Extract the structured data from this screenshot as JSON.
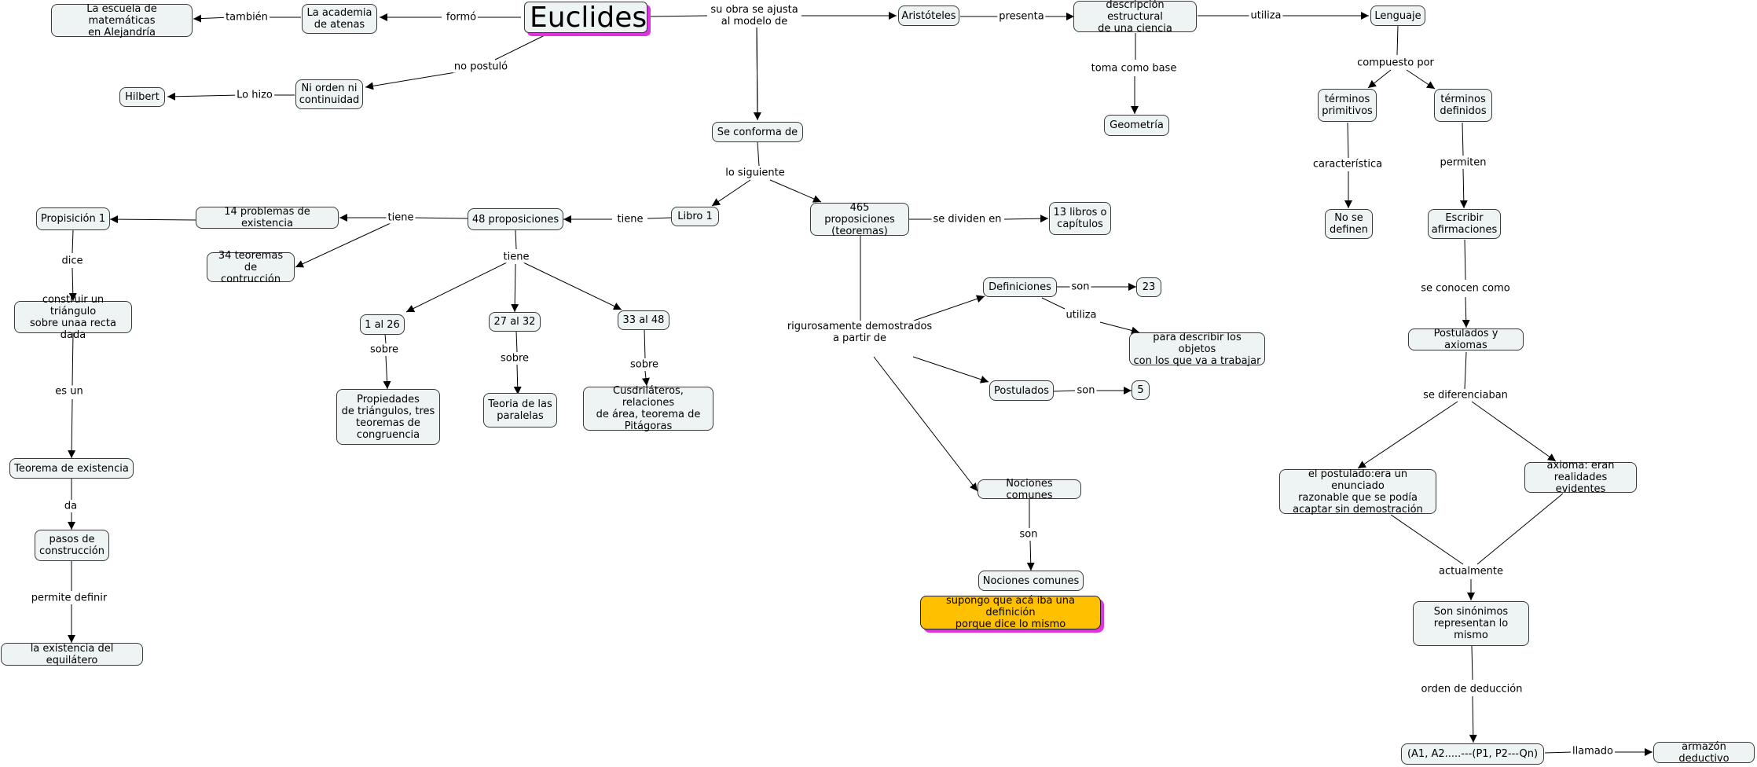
{
  "nodes": {
    "euclides": "Euclides",
    "academia": "La academia\nde atenas",
    "escuela": "La escuela de matemáticas\nen Alejandría",
    "ni_orden": "Ni orden ni\ncontinuidad",
    "hilbert": "Hilbert",
    "aristoteles": "Aristóteles",
    "descripcion": "descripción estructural\nde una ciencia",
    "lenguaje": "Lenguaje",
    "geometria": "Geometría",
    "terminos_primitivos": "términos\nprimitivos",
    "terminos_definidos": "términos\ndefinidos",
    "no_se_definen": "No se\ndefinen",
    "escribir": "Escribir\nafirmaciones",
    "postulados_axiomas": "Postulados y axiomas",
    "el_postulado": "el postulado:era un enunciado\nrazonable que se podía\nacaptar sin demostración",
    "axioma": "axioma: eran\nrealidades evidentes",
    "sinonimos": "Son sinónimos\nrepresentan lo mismo",
    "a1": "(A1, A2.....---(P1, P2---Qn)",
    "armazon": "armazón deductivo",
    "se_conforma": "Se conforma de",
    "libro1": "Libro 1",
    "prop465": "465 proposiciones\n(teoremas)",
    "libros13": "13 libros o\ncapítulos",
    "prop48": "48 proposiciones",
    "problemas14": "14 problemas de existencia",
    "teoremas34": "34 teoremas de\ncontrucción",
    "proposicion1": "Propisición 1",
    "construir": "construir un triángulo\nsobre unaa recta dada",
    "teorema_existencia": "Teorema de existencia",
    "pasos": "pasos de\nconstrucción",
    "equilatero": "la existencia del equilátero",
    "r1_26": "1 al 26",
    "r27_32": "27 al 32",
    "r33_48": "33 al 48",
    "propiedades": "Propiedades\nde triángulos, tres\nteoremas de\ncongruencia",
    "paralelas": "Teoria de las\nparalelas",
    "cuadrilateros": "Cusdriláteros, relaciones\nde área, teorema de\nPitágoras",
    "definiciones": "Definiciones",
    "n23": "23",
    "describir": "para describir los objetos\ncon los que va a trabajar",
    "postulados": "Postulados",
    "n5": "5",
    "nociones1": "Nociones comunes",
    "nociones2": "Nociones comunes",
    "supongo": "supongo que acá iba una definición\nporque dice lo mismo"
  },
  "labels": {
    "tambien": "también",
    "formo": "formó",
    "no_postulo": "no postuló",
    "lo_hizo": "Lo hizo",
    "su_obra": "su obra se ajusta\nal modelo de",
    "presenta": "presenta",
    "utiliza1": "utiliza",
    "toma": "toma como base",
    "compuesto": "compuesto por",
    "caracteristica": "característica",
    "permiten": "permiten",
    "se_conocen": "se conocen como",
    "se_diferenciaban": "se diferenciaban",
    "actualmente": "actualmente",
    "orden": "orden de deducción",
    "llamado": "llamado",
    "lo_siguiente": "lo siguiente",
    "tiene1": "tiene",
    "tiene2": "tiene",
    "tiene3": "tiene",
    "dice": "dice",
    "es_un": "es un",
    "da": "da",
    "permite": "permite definir",
    "se_dividen": "se dividen en",
    "sobre1": "sobre",
    "sobre2": "sobre",
    "sobre3": "sobre",
    "rigurosamente": "rigurosamente demostrados\na partir de",
    "son1": "son",
    "utiliza2": "utiliza",
    "son2": "son",
    "son3": "son"
  }
}
